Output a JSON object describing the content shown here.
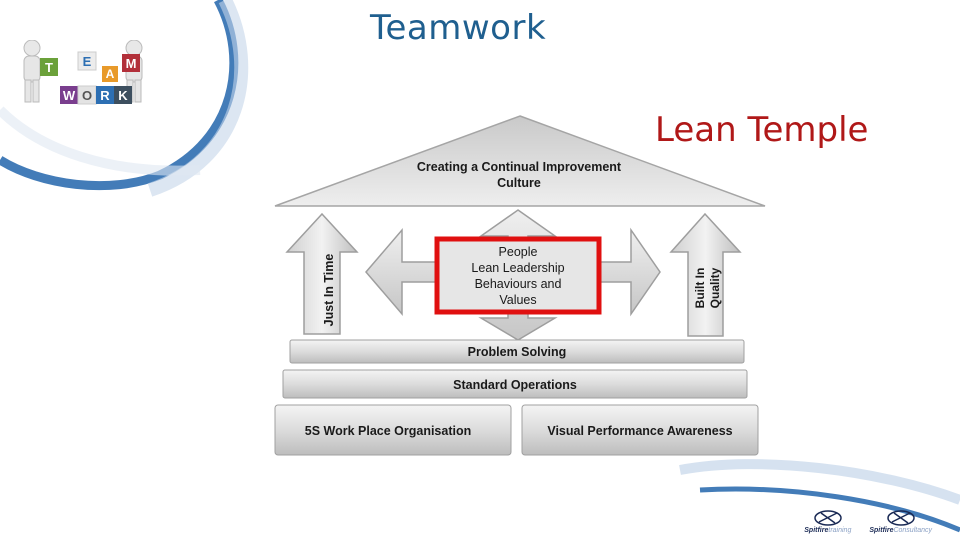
{
  "header": {
    "title": "Teamwork"
  },
  "subtitle": "Lean Temple",
  "logo": {
    "letters_top": [
      "T",
      "E",
      "A",
      "M"
    ],
    "letters_bottom": [
      "W",
      "O",
      "R",
      "K"
    ]
  },
  "temple": {
    "roof": {
      "line1": "Creating a Continual Improvement",
      "line2": "Culture"
    },
    "left_pillar": "Just In Time",
    "right_pillar": {
      "line1": "Built In",
      "line2": "Quality"
    },
    "center": {
      "line1": "People",
      "line2": "Lean Leadership",
      "line3": "Behaviours and",
      "line4": "Values"
    },
    "tier1": "Problem Solving",
    "tier2": "Standard Operations",
    "base_left": "5S Work Place Organisation",
    "base_right": "Visual Performance Awareness"
  },
  "footer": {
    "logo1": {
      "bold": "Spitfire",
      "light": "training"
    },
    "logo2": {
      "bold": "Spitfire",
      "light": "Consultancy"
    }
  },
  "colors": {
    "title": "#1f5f8f",
    "subtitle": "#b01818",
    "highlight": "#e01010",
    "swoosh": "#2f6eb0"
  }
}
